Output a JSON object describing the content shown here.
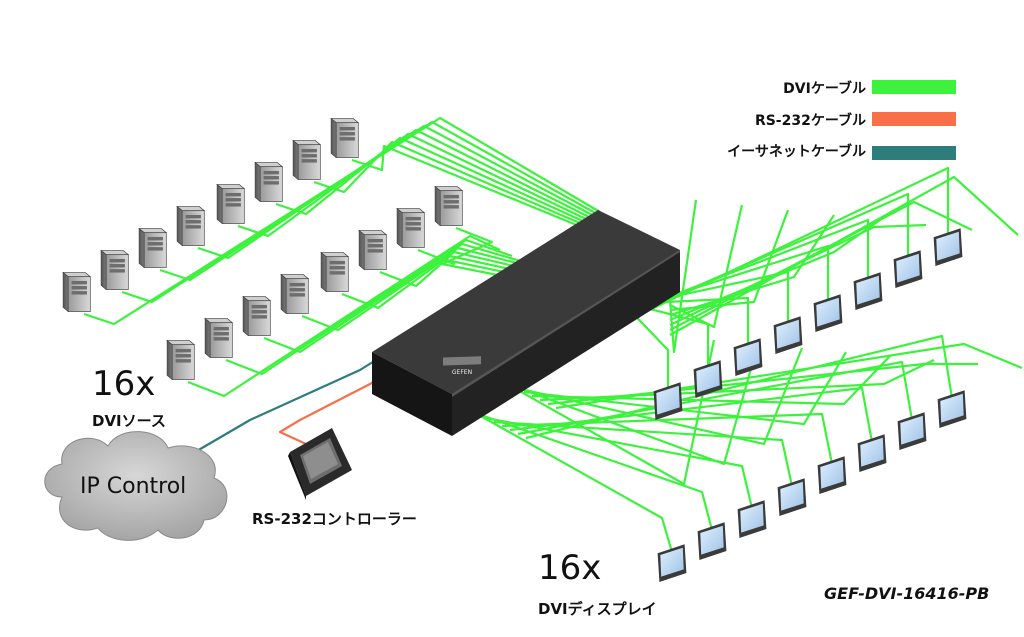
{
  "legend": [
    {
      "label": "DVIケーブル",
      "color": "#3df23d"
    },
    {
      "label": "RS-232ケーブル",
      "color": "#f7704a"
    },
    {
      "label": "イーサネットケーブル",
      "color": "#2f7c7c"
    }
  ],
  "sources": {
    "count": "16x",
    "label": "DVIソース"
  },
  "displays": {
    "count": "16x",
    "label": "DVIディスプレイ"
  },
  "cloud_label": "IP Control",
  "controller_label": "RS-232コントローラー",
  "model": "GEF-DVI-16416-PB",
  "switch_brand": "GEFEN",
  "colors": {
    "dvi": "#3df23d",
    "rs232": "#f7704a",
    "ethernet": "#2f7c7c",
    "switch": "#1b1b1b"
  }
}
